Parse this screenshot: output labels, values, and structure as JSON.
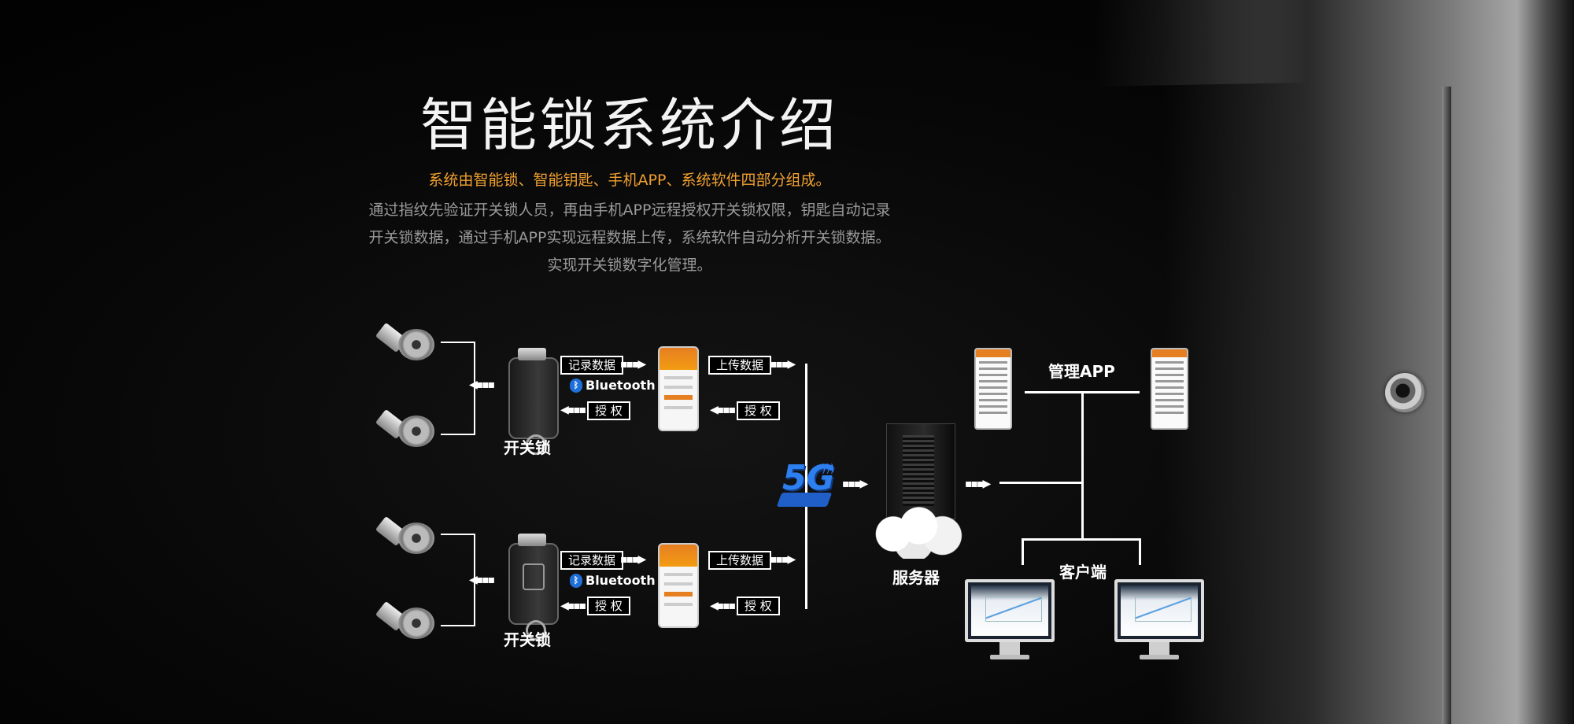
{
  "title": "智能锁系统介绍",
  "lead": "系统由智能锁、智能钥匙、手机APP、系统软件四部分组成。",
  "description_lines": [
    "通过指纹先验证开关锁人员，再由手机APP远程授权开关锁权限，钥匙自动记录",
    "开关锁数据，通过手机APP实现远程数据上传，系统软件自动分析开关锁数据。",
    "实现开关锁数字化管理。"
  ],
  "diagram": {
    "key_label": "开关锁",
    "tag_record": "记录数据",
    "tag_authorize": "授 权",
    "tag_upload": "上传数据",
    "bluetooth": "Bluetooth",
    "fiveg": "5G",
    "server_label": "服务器",
    "manage_app_label": "管理APP",
    "client_label": "客户端"
  },
  "colors": {
    "accent": "#f0a030",
    "background": "#000000",
    "description": "#9a9a9a",
    "fiveg": "#2d7ff0"
  }
}
